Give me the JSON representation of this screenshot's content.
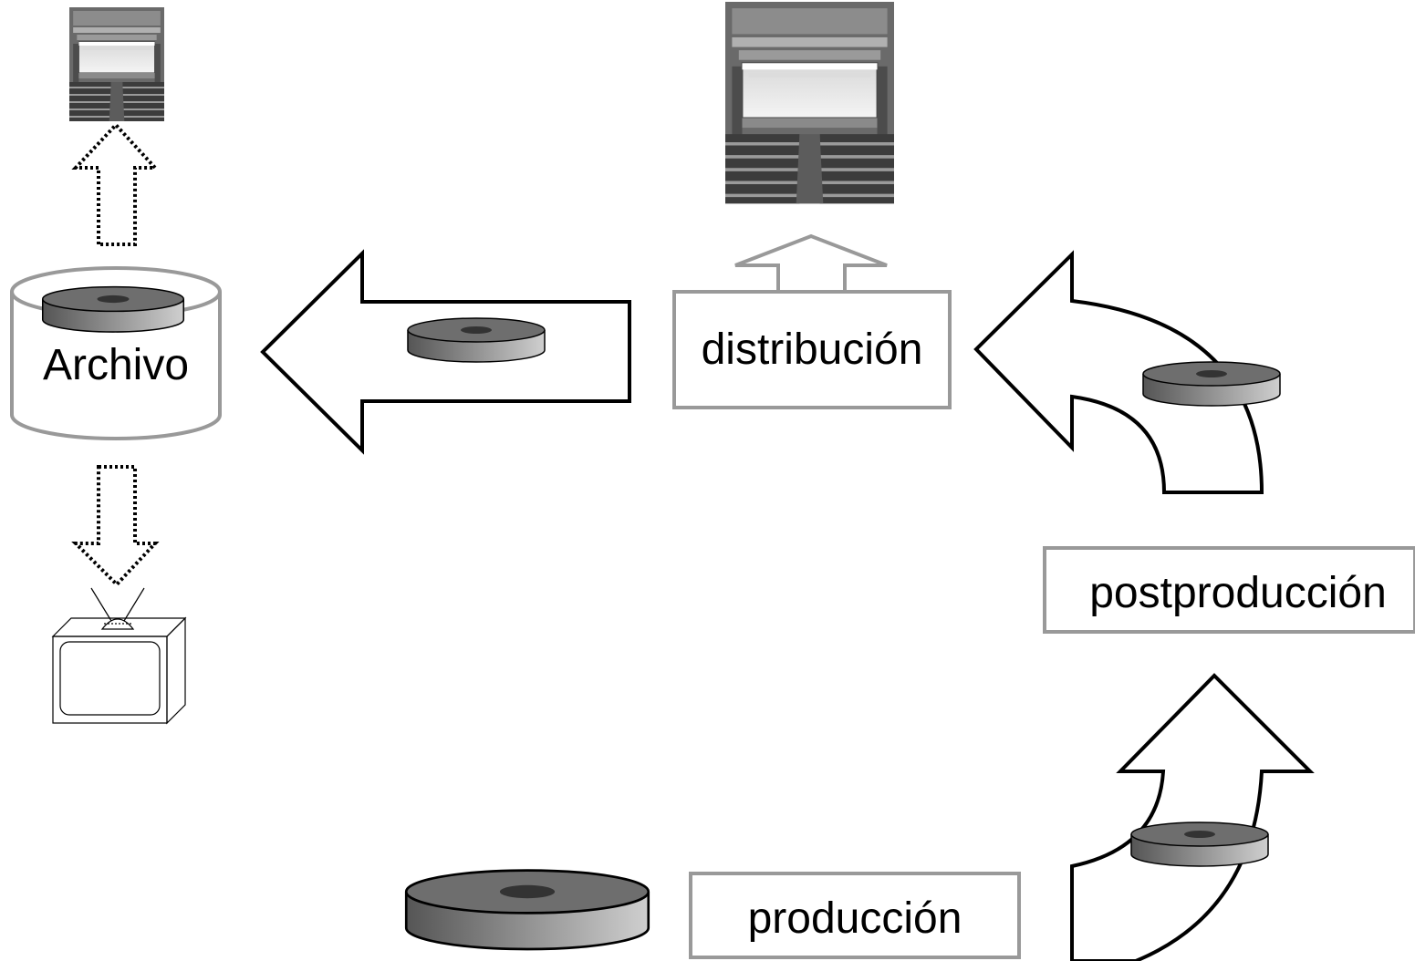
{
  "labels": {
    "archivo": "Archivo",
    "distribucion": "distribución",
    "postproduccion": "postproducción",
    "produccion": "producción"
  },
  "colors": {
    "stroke": "#000000",
    "box_border": "#999999",
    "reel_dark": "#5a5a5a",
    "reel_light": "#c8c8c8",
    "reel_top": "#6e6e6e",
    "reel_hole": "#333333"
  },
  "icons": {
    "theater_small": "theater-photo",
    "theater_large": "theater-photo",
    "television": "tv-icon",
    "reel": "film-reel-icon"
  }
}
